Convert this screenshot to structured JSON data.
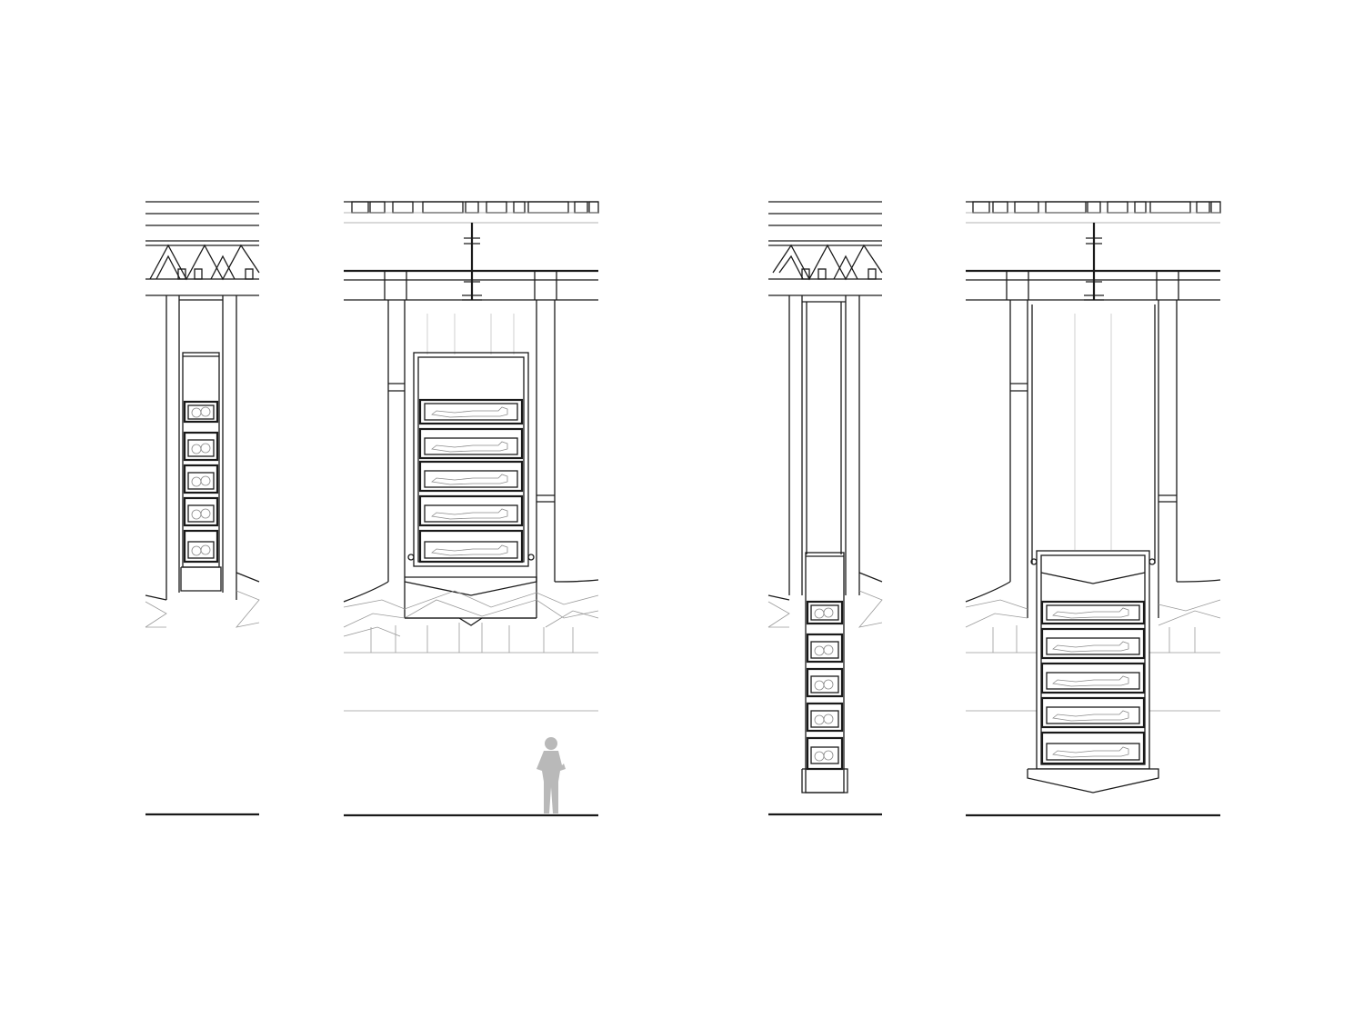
{
  "drawing": {
    "panels": [
      {
        "name": "section-narrow-stored",
        "view": "narrow",
        "state": "raised",
        "trays": 5
      },
      {
        "name": "section-wide-stored",
        "view": "wide",
        "state": "raised",
        "trays": 5
      },
      {
        "name": "section-narrow-lowered",
        "view": "narrow",
        "state": "lowered",
        "trays": 5
      },
      {
        "name": "section-wide-lowered",
        "view": "wide",
        "state": "lowered",
        "trays": 5
      }
    ],
    "scale_figure": "human-silhouette",
    "colors": {
      "line": "#1a1a1a",
      "light_line": "#9a9a9a",
      "figure": "#b9b9b9"
    }
  }
}
